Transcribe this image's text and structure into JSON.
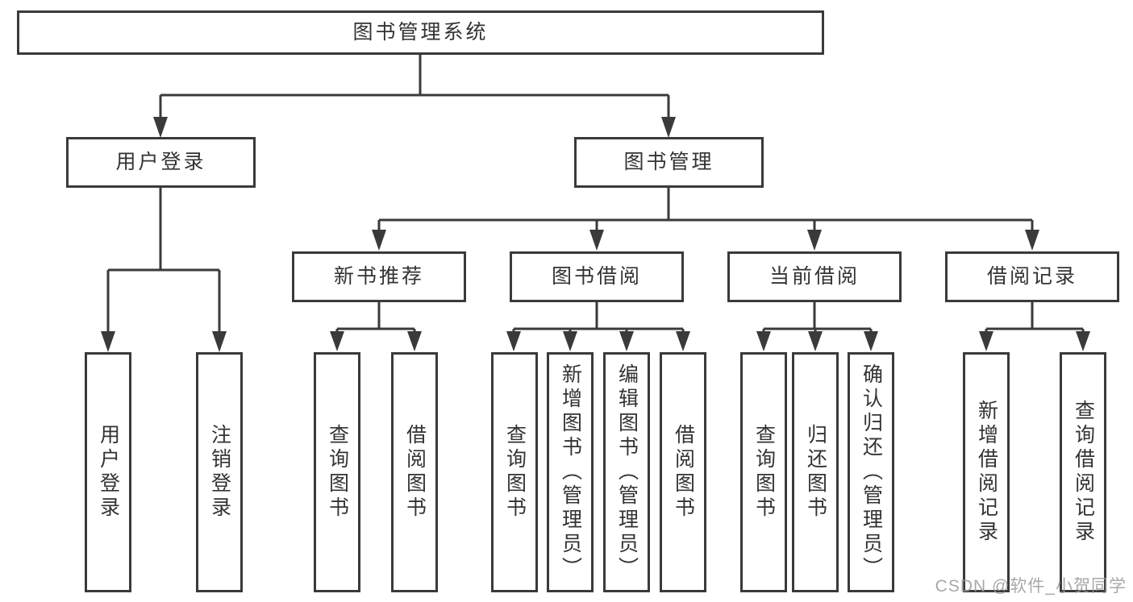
{
  "colors": {
    "line": "#3a3a3a",
    "text": "#333333",
    "box_bg": "#ffffff",
    "watermark": "#9a9a9a",
    "background": "#ffffff"
  },
  "nodes": {
    "root": "图书管理系统",
    "user_login": "用户登录",
    "book_mgmt": "图书管理",
    "new_book_rec": "新书推荐",
    "book_borrow": "图书借阅",
    "current_borrow": "当前借阅",
    "borrow_records": "借阅记录",
    "leaf_user_login": "用户登录",
    "leaf_logout": "注销登录",
    "leaf_nb_query": "查询图书",
    "leaf_nb_borrow": "借阅图书",
    "leaf_bb_query": "查询图书",
    "leaf_bb_add": "新增图书（管理员）",
    "leaf_bb_edit": "编辑图书（管理员）",
    "leaf_bb_borrow": "借阅图书",
    "leaf_cb_query": "查询图书",
    "leaf_cb_return": "归还图书",
    "leaf_cb_confirm": "确认归还（管理员）",
    "leaf_br_add": "新增借阅记录",
    "leaf_br_query": "查询借阅记录"
  },
  "hierarchy": {
    "图书管理系统": [
      "用户登录",
      "图书管理"
    ],
    "用户登录": [
      "用户登录",
      "注销登录"
    ],
    "图书管理": [
      "新书推荐",
      "图书借阅",
      "当前借阅",
      "借阅记录"
    ],
    "新书推荐": [
      "查询图书",
      "借阅图书"
    ],
    "图书借阅": [
      "查询图书",
      "新增图书（管理员）",
      "编辑图书（管理员）",
      "借阅图书"
    ],
    "当前借阅": [
      "查询图书",
      "归还图书",
      "确认归还（管理员）"
    ],
    "借阅记录": [
      "新增借阅记录",
      "查询借阅记录"
    ]
  },
  "watermark": "CSDN @软件_小贺同学"
}
